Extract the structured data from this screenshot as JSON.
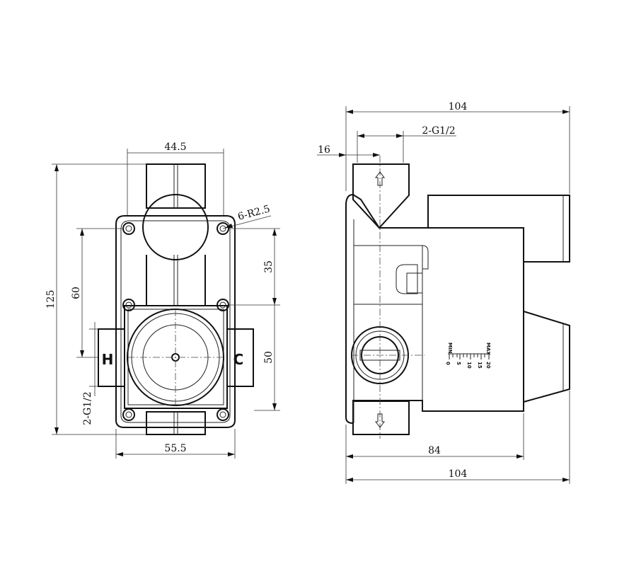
{
  "front_view": {
    "dims": {
      "overall_height": "125",
      "top_width": "44.5",
      "bottom_width": "55.5",
      "hole_spacing_vertical": "60",
      "upper_spacing": "35",
      "lower_spacing": "50",
      "mount_holes": "6-R2.5",
      "inlet_thread": "2-G1/2"
    },
    "labels": {
      "hot": "H",
      "cold": "C"
    }
  },
  "side_view": {
    "dims": {
      "overall_width_top": "104",
      "overall_width_bottom": "104",
      "body_depth": "84",
      "offset": "16",
      "outlet_thread": "2-G1/2"
    },
    "scale": {
      "min_label": "MIN",
      "max_label": "MAX",
      "ticks": [
        "0",
        "5",
        "10",
        "15",
        "20"
      ]
    }
  }
}
